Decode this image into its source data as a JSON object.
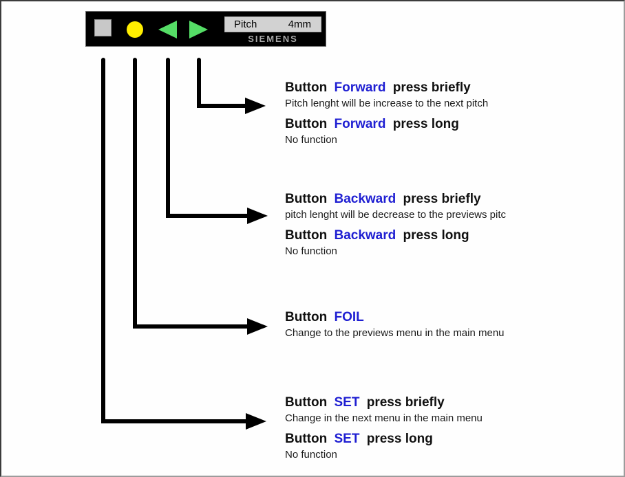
{
  "panel": {
    "brand": "SIEMENS",
    "display": {
      "label": "Pitch",
      "value": "4mm"
    },
    "buttons": [
      {
        "name": "set-button",
        "shape": "square",
        "color": "#c8c8c8"
      },
      {
        "name": "foil-button",
        "shape": "circle",
        "color": "#ffee00"
      },
      {
        "name": "backward-button",
        "shape": "triangle-left",
        "color": "#55dd66"
      },
      {
        "name": "forward-button",
        "shape": "triangle-right",
        "color": "#55dd66"
      }
    ]
  },
  "colors": {
    "keyword_blue": "#1e1ed2",
    "panel_bg": "#000000",
    "display_bg": "#d2d2d2",
    "connector": "#000000"
  },
  "sections": [
    {
      "id": "forward",
      "entries": [
        {
          "prefix": "Button",
          "button": "Forward",
          "suffix": "press briefly",
          "desc": "Pitch lenght will be increase to the next pitch"
        },
        {
          "prefix": "Button",
          "button": "Forward",
          "suffix": "press long",
          "desc": "No function"
        }
      ]
    },
    {
      "id": "backward",
      "entries": [
        {
          "prefix": "Button",
          "button": "Backward",
          "suffix": "press briefly",
          "desc": "pitch lenght will be decrease to the previews pitc"
        },
        {
          "prefix": "Button",
          "button": "Backward",
          "suffix": "press long",
          "desc": "No function"
        }
      ]
    },
    {
      "id": "foil",
      "entries": [
        {
          "prefix": "Button",
          "button": "FOIL",
          "suffix": "",
          "desc": "Change to the previews menu in the main menu"
        }
      ]
    },
    {
      "id": "set",
      "entries": [
        {
          "prefix": "Button",
          "button": "SET",
          "suffix": "press briefly",
          "desc": "Change in the next menu in the main menu"
        },
        {
          "prefix": "Button",
          "button": "SET",
          "suffix": "press long",
          "desc": "No function"
        }
      ]
    }
  ]
}
